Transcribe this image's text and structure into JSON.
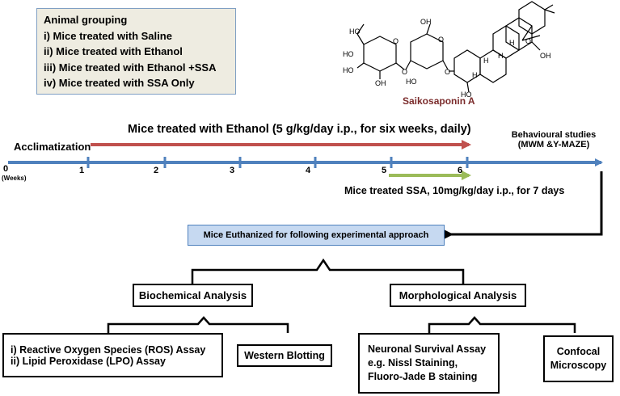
{
  "grouping": {
    "title": "Animal grouping",
    "items": [
      "i) Mice treated  with Saline",
      "ii) Mice treated with Ethanol",
      "iii) Mice treated with Ethanol +SSA",
      "iv) Mice treated with SSA Only"
    ]
  },
  "compound": {
    "name": "Saikosaponin A",
    "name_color": "#7b2c2c",
    "atom_labels": [
      "HO",
      "HO",
      "HO",
      "OH",
      "O",
      "O",
      "O",
      "O",
      "HO",
      "OH",
      "O",
      "H",
      "H",
      "H",
      "OH",
      "HO",
      "H"
    ]
  },
  "timeline": {
    "ethanol_label": "Mice treated with Ethanol (5 g/kg/day i.p., for six weeks, daily)",
    "acclimatization_label": "Acclimatization",
    "behaviour_label_line1": "Behavioural studies",
    "behaviour_label_line2": "(MWM &Y-MAZE)",
    "ticks": [
      "0",
      "1",
      "2",
      "3",
      "4",
      "5",
      "6"
    ],
    "unit_label": "(Weeks)",
    "ssa_label": "Mice treated SSA, 10mg/kg/day i.p., for 7 days",
    "colors": {
      "axis": "#4f81bd",
      "ethanol_arrow": "#c0504d",
      "ssa_arrow": "#9bbb59"
    }
  },
  "euthanized_label": "Mice Euthanized for following experimental approach",
  "analysis": {
    "biochemical": {
      "title": "Biochemical Analysis",
      "assay_line1": "i) Reactive Oxygen Species (ROS) Assay",
      "assay_line2": "ii) Lipid Peroxidase (LPO) Assay",
      "western": "Western Blotting"
    },
    "morphological": {
      "title": "Morphological Analysis",
      "survival_line1": "Neuronal Survival Assay",
      "survival_line2": "e.g. Nissl Staining,",
      "survival_line3": "Fluoro-Jade B staining",
      "confocal_line1": "Confocal",
      "confocal_line2": "Microscopy"
    }
  }
}
